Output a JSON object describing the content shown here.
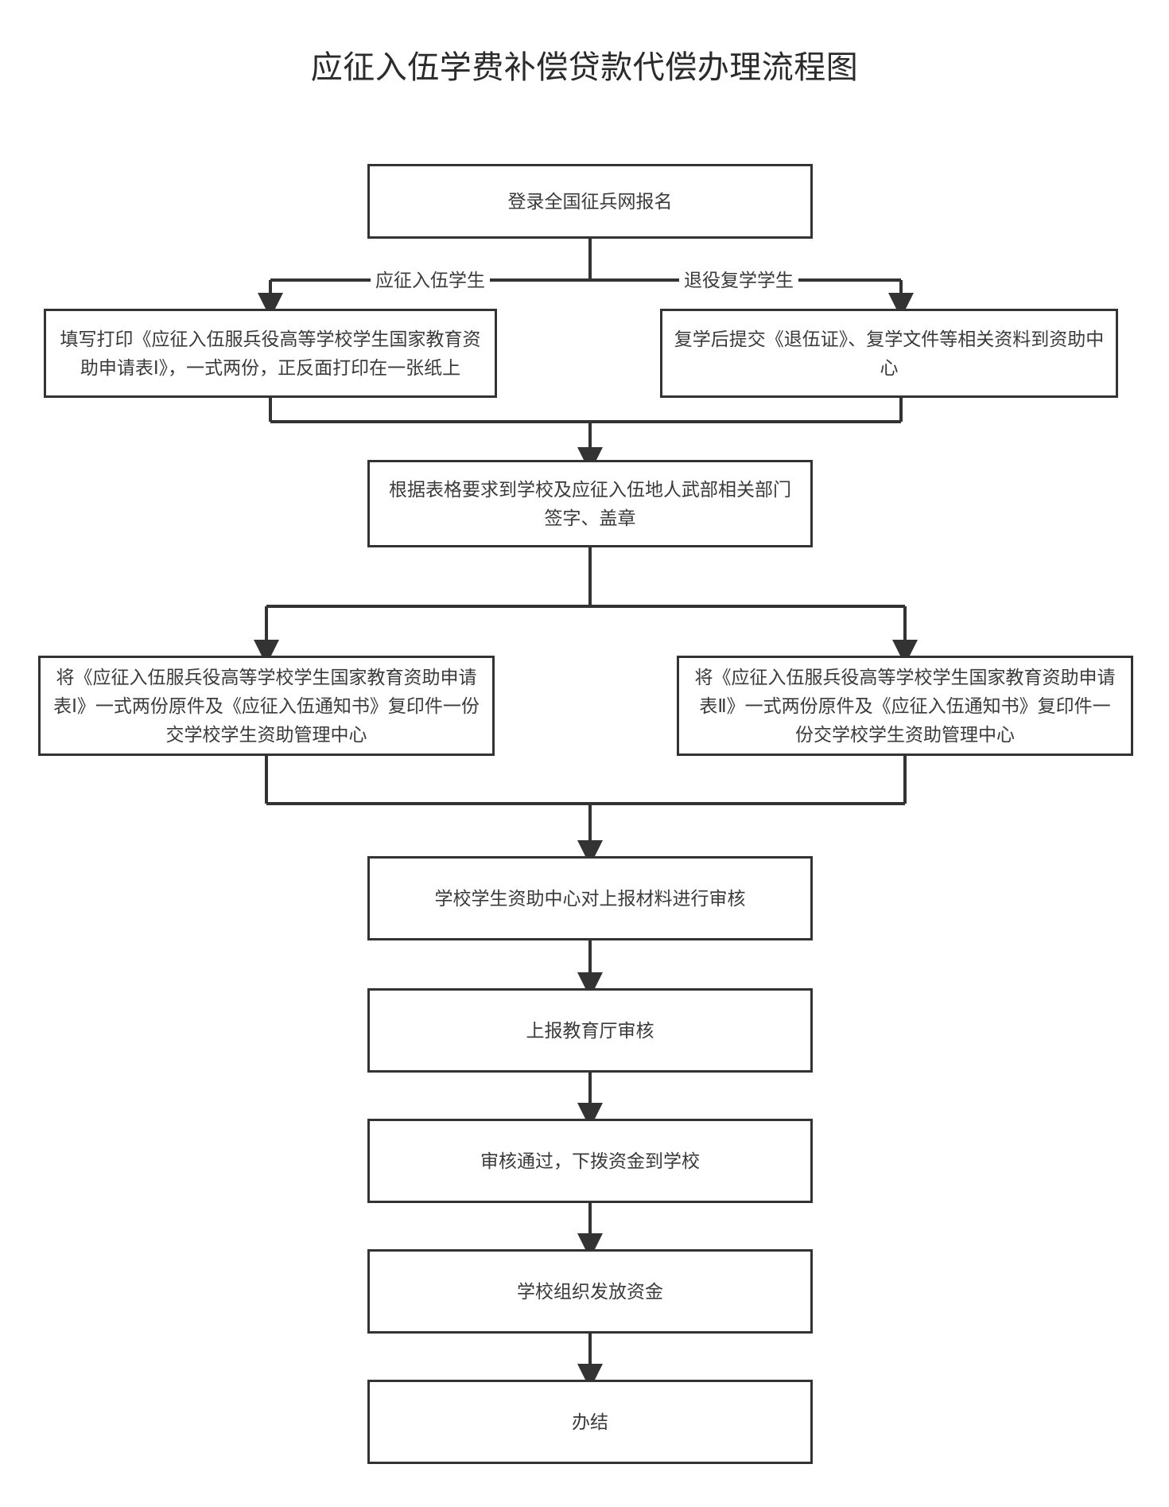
{
  "title": "应征入伍学费补偿贷款代偿办理流程图",
  "diagram": {
    "type": "flowchart",
    "orientation": "top-to-bottom",
    "colors": {
      "box_border": "#333333",
      "box_fill": "#ffffff",
      "text": "#3a3a3a",
      "connector": "#333333",
      "background": "#ffffff"
    },
    "nodes": [
      {
        "id": "start",
        "label": "登录全国征兵网报名"
      },
      {
        "id": "enlist_form",
        "label": "填写打印《应征入伍服兵役高等学校学生国家教育资助申请表Ⅰ》，一式两份，正反面打印在一张纸上"
      },
      {
        "id": "veteran_submit",
        "label": "复学后提交《退伍证》、复学文件等相关资料到资助中心"
      },
      {
        "id": "sign_stamp",
        "label": "根据表格要求到学校及应征入伍地人武部相关部门签字、盖章"
      },
      {
        "id": "submit_form_1",
        "label": "将《应征入伍服兵役高等学校学生国家教育资助申请表Ⅰ》一式两份原件及《应征入伍通知书》复印件一份交学校学生资助管理中心"
      },
      {
        "id": "submit_form_2",
        "label": "将《应征入伍服兵役高等学校学生国家教育资助申请表Ⅱ》一式两份原件及《应征入伍通知书》复印件一份交学校学生资助管理中心"
      },
      {
        "id": "school_review",
        "label": "学校学生资助中心对上报材料进行审核"
      },
      {
        "id": "dept_review",
        "label": "上报教育厅审核"
      },
      {
        "id": "funds_allocated",
        "label": "审核通过，下拨资金到学校"
      },
      {
        "id": "school_disburse",
        "label": "学校组织发放资金"
      },
      {
        "id": "done",
        "label": "办结"
      }
    ],
    "edge_labels": [
      {
        "id": "branch-left",
        "label": "应征入伍学生"
      },
      {
        "id": "branch-right",
        "label": "退役复学学生"
      }
    ]
  }
}
